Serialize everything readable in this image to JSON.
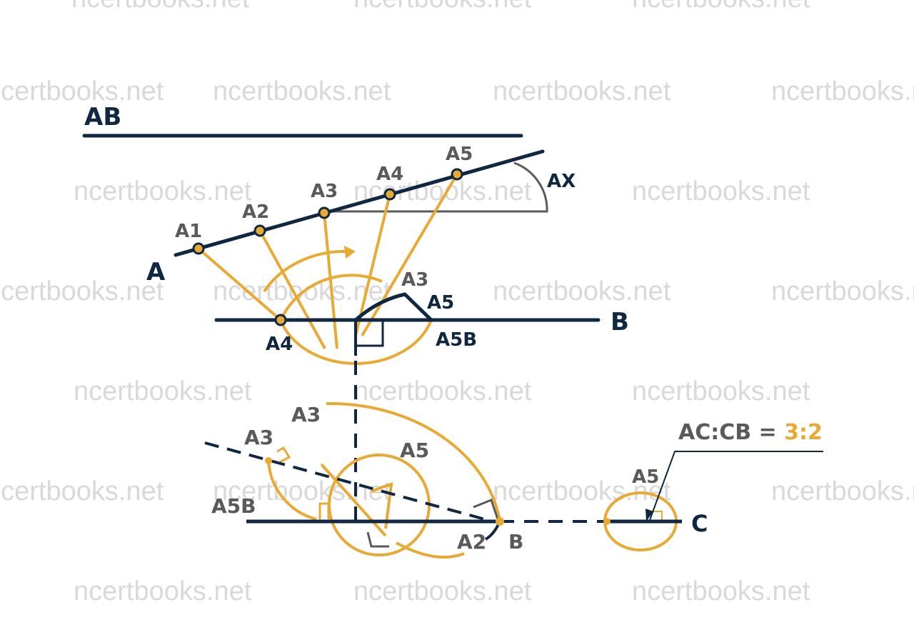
{
  "watermark": "ncertbooks.net",
  "colors": {
    "navy": "#0f2740",
    "gold": "#e8aa35",
    "gray": "#5a5a5a",
    "watermark": "#d9d9d9"
  },
  "top_section": {
    "segment_label": "AB",
    "ray_label": "AX",
    "point_A": "A",
    "point_B": "B",
    "division_points": [
      "A1",
      "A2",
      "A3",
      "A4",
      "A5"
    ],
    "lower_labels": {
      "a3": "A3",
      "a5": "A5",
      "a4": "A4",
      "a5b": "A5B"
    }
  },
  "bottom_section": {
    "labels": {
      "a3_upper": "A3",
      "a3_left": "A3",
      "a5": "A5",
      "a5b": "A5B",
      "a2": "A2",
      "b": "B",
      "a5_right": "A5",
      "c": "C"
    },
    "ratio": {
      "prefix": "AC:CB = ",
      "value": "3:2"
    }
  }
}
